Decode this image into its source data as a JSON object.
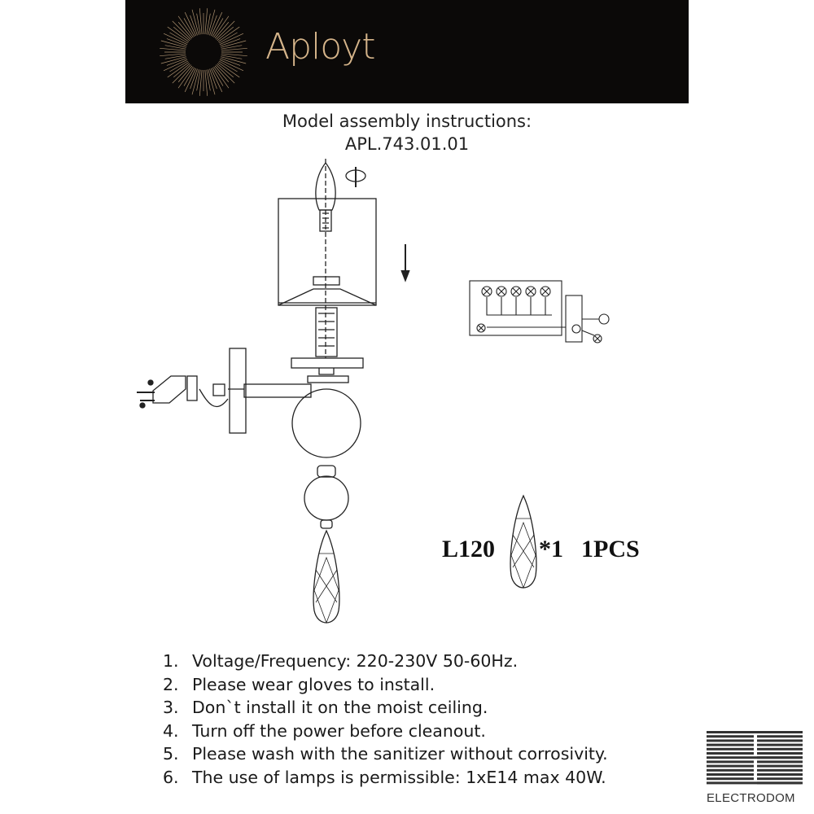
{
  "header": {
    "brand": "Aployt",
    "accent_color": "#d5b48a",
    "background": "#0b0908"
  },
  "title": {
    "line1": "Model assembly instructions:",
    "line2": "APL.743.01.01"
  },
  "parts": {
    "code": "L120",
    "quantity": "*1",
    "pieces": "1PCS"
  },
  "notes": [
    {
      "num": "1.",
      "text": "Voltage/Frequency: 220-230V 50-60Hz."
    },
    {
      "num": "2.",
      "text": "Please wear gloves to install."
    },
    {
      "num": "3.",
      "text": "Don`t install it on the moist ceiling."
    },
    {
      "num": "4.",
      "text": "Turn off the power before cleanout."
    },
    {
      "num": "5.",
      "text": "Please wash with the sanitizer without corrosivity."
    },
    {
      "num": "6.",
      "text": "The use of lamps is permissible: 1xE14 max 40W."
    }
  ],
  "footer_logo": {
    "text": "ELECTRODOM"
  }
}
